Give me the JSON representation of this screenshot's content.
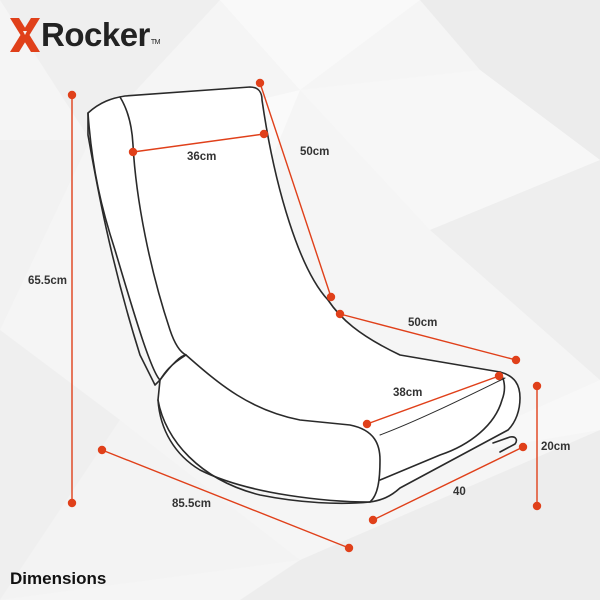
{
  "brand": {
    "logo_text": "Rocker",
    "logo_mark": "X",
    "trademark": "TM",
    "accent_color": "#e0401a",
    "text_color": "#222222"
  },
  "chair_image": {
    "icon": "gaming-rocker-chair-icon",
    "outline_color": "#2a2a2a"
  },
  "dimensions": {
    "overall_height": "65.5cm",
    "back_width": "36cm",
    "back_length": "50cm",
    "seat_length": "50cm",
    "seat_width": "38cm",
    "base_height": "20cm",
    "base_depth": "40",
    "overall_length": "85.5cm"
  },
  "caption": "Dimensions"
}
